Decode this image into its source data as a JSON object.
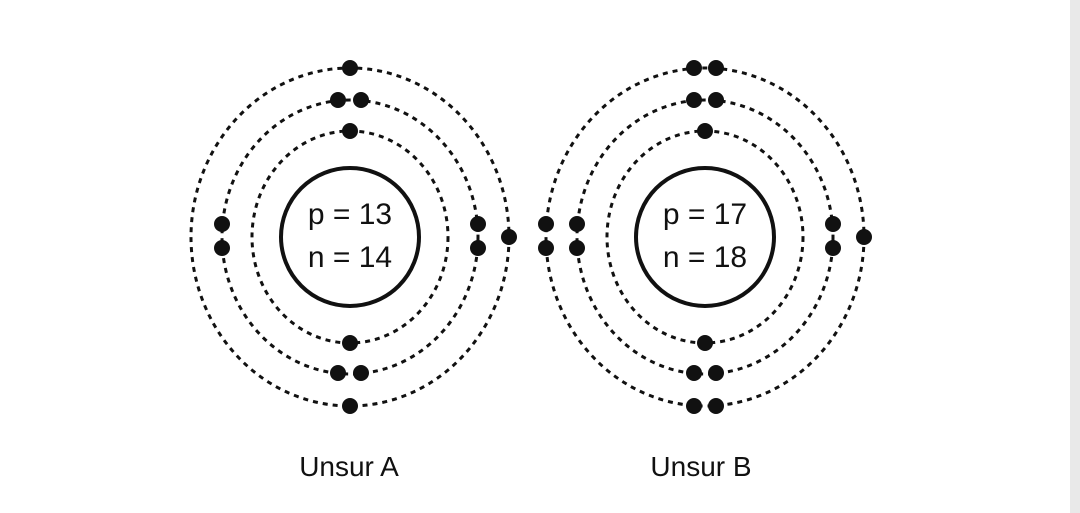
{
  "atoms": [
    {
      "nucleus_protons": "p = 13",
      "nucleus_neutrons": "n = 14",
      "label": "Unsur A",
      "shell_electrons": [
        2,
        8,
        3
      ]
    },
    {
      "nucleus_protons": "p = 17",
      "nucleus_neutrons": "n = 18",
      "label": "Unsur B",
      "shell_electrons": [
        2,
        8,
        7
      ]
    }
  ],
  "colors": {
    "line": "#111111",
    "electron": "#111111",
    "background": "#ffffff"
  }
}
